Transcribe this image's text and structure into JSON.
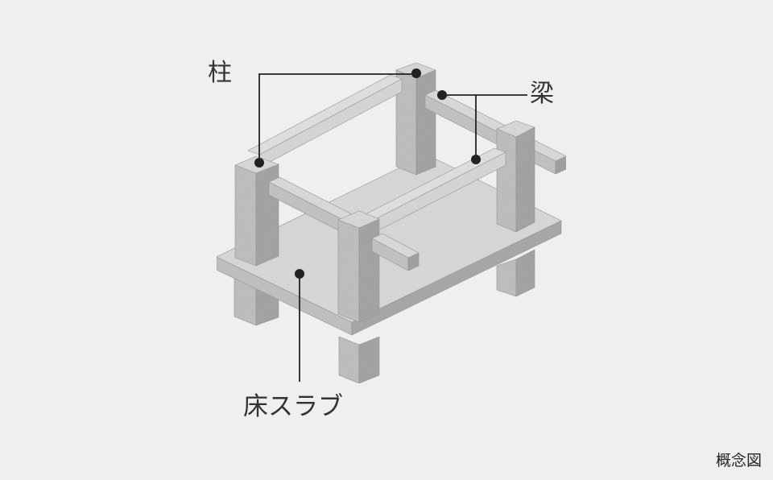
{
  "labels": {
    "column": "柱",
    "beam": "梁",
    "slab": "床スラブ"
  },
  "caption": "概念図",
  "colors": {
    "background": "#efefef",
    "concrete_top": "#dedede",
    "concrete_left": "#c4c4c4",
    "concrete_right": "#a9a9a9",
    "leader_line": "#222222"
  }
}
